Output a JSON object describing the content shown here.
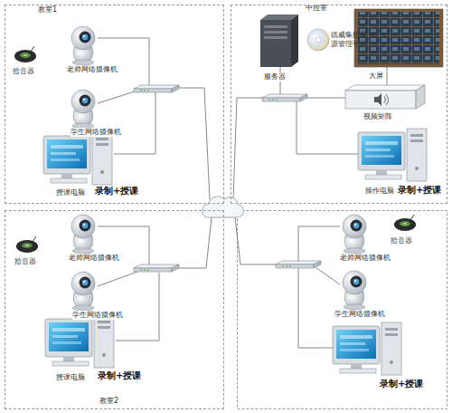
{
  "diagram": {
    "nodes": [
      {
        "text": [
          "教室1"
        ]
      },
      {
        "text": [
          "拾音器"
        ],
        "in": 0
      },
      {
        "text": [
          "老师网络摄像机"
        ],
        "in": 0
      },
      {
        "text": [
          "学生网络摄像机"
        ],
        "in": 0
      },
      {
        "text": [
          "授课电脑",
          "录制+授课"
        ],
        "in": 0
      },
      {
        "text": [
          "中控室"
        ]
      },
      {
        "text": [
          "服务器"
        ],
        "in": 5
      },
      {
        "text": [
          "德威集控及 资源管理平台"
        ],
        "in": 5
      },
      {
        "text": [
          "大屏"
        ],
        "in": 5
      },
      {
        "text": [
          "视频矩阵"
        ],
        "in": 5
      },
      {
        "text": [
          "操作电脑",
          "录制+授课"
        ],
        "in": 5
      },
      {
        "text": [
          "教室2"
        ]
      },
      {
        "text": [
          "拾音器"
        ],
        "in": 11
      },
      {
        "text": [
          "老师网络摄像机"
        ],
        "in": 11
      },
      {
        "text": [
          "学生网络摄像机"
        ],
        "in": 11
      },
      {
        "text": [
          "授课电脑",
          "录制+授课"
        ],
        "in": 11
      },
      {
        "text": [
          "拾音器"
        ]
      },
      {
        "text": [
          "老师网络摄像机"
        ]
      },
      {
        "text": [
          "学生网络摄像机"
        ]
      },
      {
        "text": [
          "录制+授课"
        ]
      }
    ]
  }
}
